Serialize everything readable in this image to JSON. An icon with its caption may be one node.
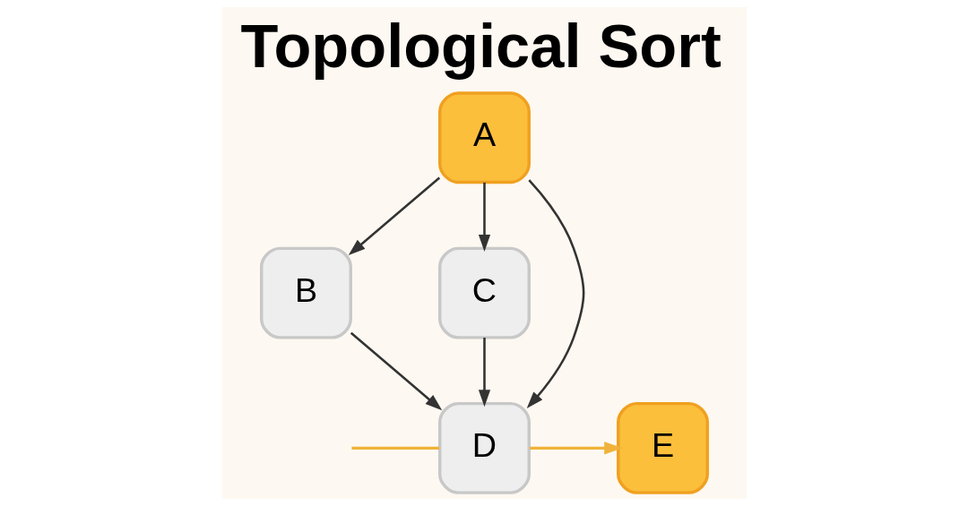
{
  "diagram": {
    "title": "Topological Sort",
    "nodes": [
      {
        "text": [
          "A"
        ]
      },
      {
        "text": [
          "B"
        ]
      },
      {
        "text": [
          "C"
        ]
      },
      {
        "text": [
          "D"
        ]
      },
      {
        "text": [
          "E"
        ]
      }
    ],
    "edges": [
      {
        "from": 0,
        "to": 1,
        "arrow": "to"
      },
      {
        "from": 0,
        "to": 3,
        "arrow": "to"
      },
      {
        "from": 0,
        "to": 2,
        "arrow": "to"
      },
      {
        "from": 1,
        "to": 3,
        "arrow": "to"
      },
      {
        "from": 2,
        "to": 3,
        "arrow": "to"
      },
      {
        "from": null,
        "to": 3,
        "arrow": "none",
        "color": "#f0b23a"
      },
      {
        "from": 3,
        "to": 4,
        "arrow": "to",
        "color": "#f0b23a"
      }
    ]
  }
}
